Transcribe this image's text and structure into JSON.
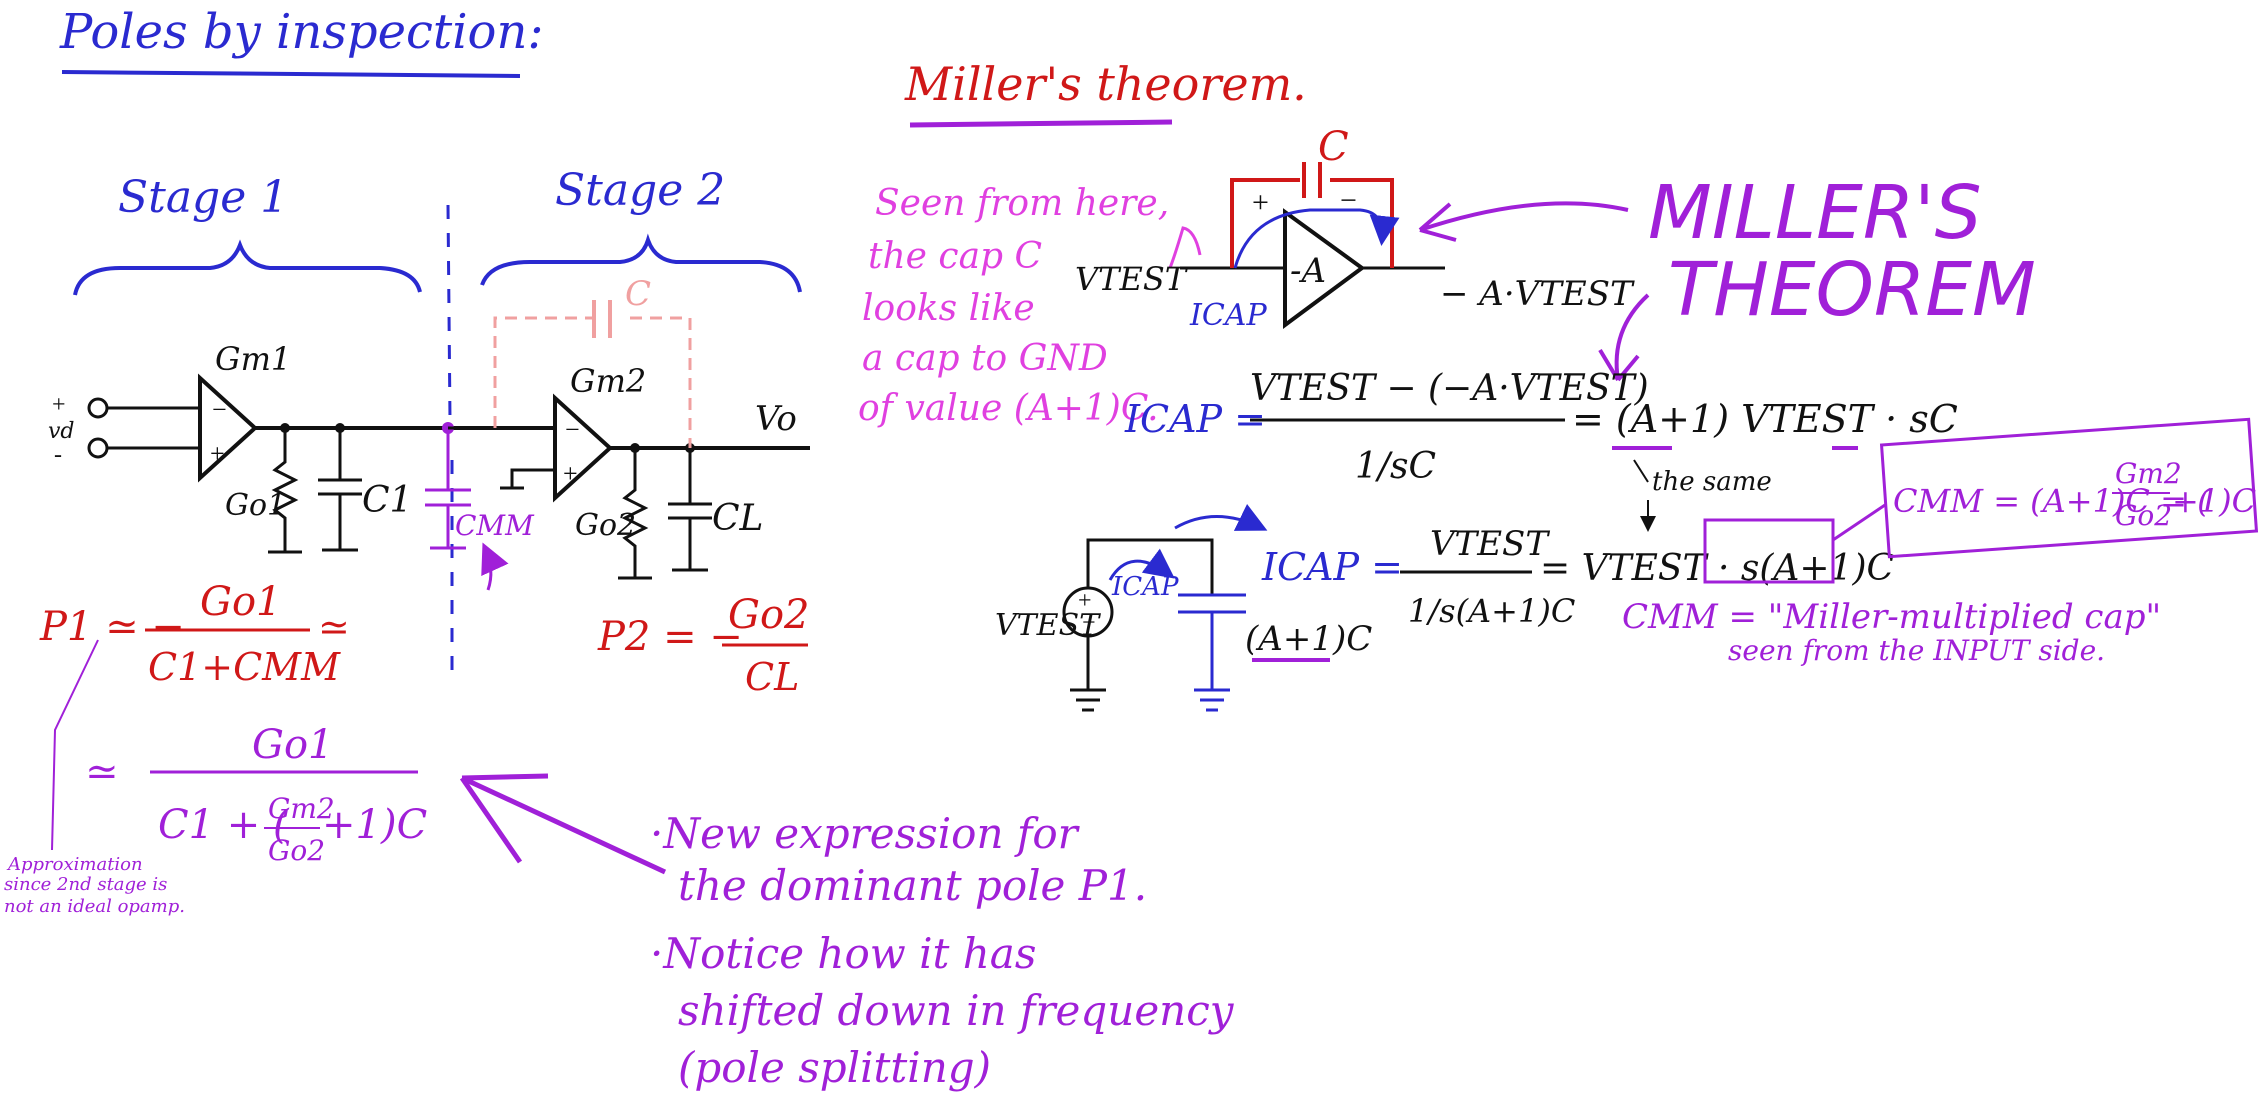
{
  "colors": {
    "blue": "#2a2ad0",
    "red": "#d01818",
    "purple": "#a020d8",
    "magenta": "#e040e0",
    "black": "#111111",
    "pink": "#f0a0a0"
  },
  "left": {
    "heading": "Poles by inspection:",
    "stage1": "Stage 1",
    "stage2": "Stage 2",
    "gm1": "Gm1",
    "gm2": "Gm2",
    "vd": "vd",
    "vo": "Vo",
    "go1": "Go1",
    "c1": "C1",
    "go2": "Go2",
    "cl": "CL",
    "cmm": "CMM",
    "cap_c": "C",
    "p1_lhs": "P1 ≃ −",
    "p1_num": "Go1",
    "p1_den": "C1+CMM",
    "approx": "≃",
    "p2_lhs": "P2 = −",
    "p2_num": "Go2",
    "p2_den": "CL",
    "p1new_num": "Go1",
    "p1new_den_a": "C1 + (",
    "p1new_den_frac_num": "Gm2",
    "p1new_den_frac_den": "Go2",
    "p1new_den_b": "+1)C",
    "note_line1": "Approximation",
    "note_line2": "since 2nd stage is",
    "note_line3": "not an ideal opamp."
  },
  "right": {
    "heading": "Miller's theorem.",
    "big_line1": "MILLER'S",
    "big_line2": "THEOREM",
    "seen_lines": [
      "Seen from here,",
      "the cap C",
      "looks like",
      "a cap to GND",
      "of value (A+1)C."
    ],
    "vtest": "VTEST",
    "gain": "-A",
    "out": "− A·VTEST",
    "icap": "ICAP",
    "cap": "C",
    "eq1_lhs": "ICAP =",
    "eq1_num": "VTEST − (−A·VTEST)",
    "eq1_den": "1/sC",
    "eq1_rhs": "= (A+1) VTEST · sC",
    "the_same": "the same",
    "eq2_lhs": "ICAP =",
    "eq2_num": "VTEST",
    "eq2_den": "1/s(A+1)C",
    "eq2_rhs": "= VTEST · s(A+1)C",
    "cap2": "(A+1)C",
    "cmm_eq_a": "CMM = (A+1)C = (",
    "cmm_eq_num": "Gm2",
    "cmm_eq_den": "Go2",
    "cmm_eq_b": "+1)C",
    "cmm_def1": "CMM = \"Miller-multiplied cap\"",
    "cmm_def2": "seen from the INPUT side."
  },
  "bullets": [
    "·New expression for",
    "the dominant pole P1.",
    "·Notice how it has",
    "shifted down in frequency",
    "(pole splitting)"
  ]
}
